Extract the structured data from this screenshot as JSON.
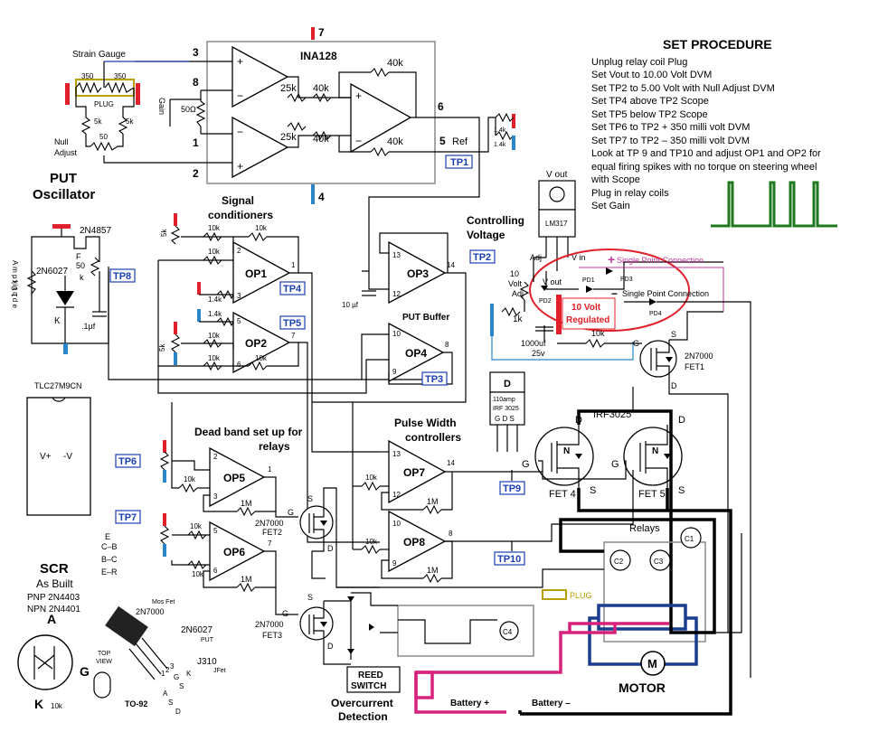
{
  "procedure": {
    "title": "SET PROCEDURE",
    "steps": [
      "Unplug relay coil Plug",
      "Set Vout to 10.00 Volt   DVM",
      "Set TP2 to 5.00 Volt with Null Adjust DVM",
      "Set TP4 above TP2   Scope",
      "Set TP5 below TP2   Scope",
      "Set TP6 to TP2 + 350 milli volt   DVM",
      "Set TP7 to TP2 – 350 milli volt   DVM",
      "Look at TP 9 and TP10 and adjust OP1 and OP2 for",
      "equal firing spikes with no torque on steering wheel",
      "with Scope",
      "Plug in relay coils",
      "Set Gain"
    ]
  },
  "inamp": {
    "name": "INA128",
    "pin7": "7",
    "pin3": "3",
    "pin8": "8",
    "pin1": "1",
    "pin2": "2",
    "pin4": "4",
    "pin6": "6",
    "pin5": "5",
    "ref": "Ref",
    "r1": "40k",
    "r2": "40k",
    "r3": "25k",
    "r4": "25k",
    "r5": "40k",
    "r6": "40k",
    "gain": "Gain",
    "rg": "50Ω"
  },
  "gauge": {
    "title": "Strain Gauge",
    "r_left": "350",
    "r_right": "350",
    "plug": "PLUG",
    "r5k_a": "5k",
    "r5k_b": "5k",
    "pot": "50",
    "null_l1": "Null",
    "null_l2": "Adjust"
  },
  "put": {
    "title_l1": "PUT",
    "title_l2": "Oscillator",
    "trans": "2N4857",
    "put": "2N6027",
    "f": "F",
    "f50": "50",
    "f_k": "k",
    "amp_label": "A m p l i t u d e",
    "r10k": "1 0 k",
    "k": "K",
    "cap": ".1µf"
  },
  "signal": {
    "title_l1": "Signal",
    "title_l2": "conditioners",
    "op1": "OP1",
    "op2": "OP2",
    "r_a": "10k",
    "r_b": "10k",
    "r_c": "10k",
    "r_d": "10k",
    "r_e": "10k",
    "r_f": "10k",
    "r_g": "1.4k",
    "r_h": "1.4k",
    "pot1": "5k",
    "pot2": "5k"
  },
  "ctrl": {
    "title_l1": "Controlling",
    "title_l2": "Voltage",
    "op3": "OP3",
    "cap": "10 µf",
    "buf_title": "PUT Buffer",
    "op4": "OP4"
  },
  "reg": {
    "vout_top": "V out",
    "part": "LM317",
    "adj": "Adj",
    "vin": "V in",
    "vout": "V out",
    "volt_adj_1": "10",
    "volt_adj_2": "Volt",
    "volt_adj_3": "Adj",
    "r1k": "1k",
    "cap_1": "1000uf",
    "cap_2": "25v",
    "regulated_1": "10 Volt",
    "regulated_2": "Regulated",
    "pd1": "PD1",
    "pd2": "PD2",
    "pd3": "PD3",
    "pd4": "PD4",
    "single_1": "Single Point Connection",
    "single_2": "Single Point Connection",
    "r10k": "10k",
    "r14k_a": "1.4k",
    "r14k_b": "1.4k"
  },
  "fet1": {
    "type": "2N7000",
    "name": "FET1",
    "g": "G",
    "d": "D",
    "s": "S"
  },
  "irf": {
    "amp": "110amp",
    "part": "IRF 3025",
    "pins": "G D S",
    "d": "D",
    "title": "IRF3025",
    "fet4": "FET 4",
    "fet5": "FET 5",
    "n": "N",
    "g": "G",
    "s": "S"
  },
  "dead": {
    "title_l1": "Dead band set up for",
    "title_l2": "relays",
    "op5": "OP5",
    "op6": "OP6",
    "r1m_a": "1M",
    "r1m_b": "1M",
    "fet2_type": "2N7000",
    "fet2": "FET2",
    "fet3_type": "2N7000",
    "fet3": "FET3"
  },
  "pwm": {
    "title_l1": "Pulse Width",
    "title_l2": "controllers",
    "op7": "OP7",
    "op8": "OP8",
    "r1m_a": "1M",
    "r1m_b": "1M",
    "n14": "14",
    "n8": "8"
  },
  "tps": {
    "tp1": "TP1",
    "tp2": "TP2",
    "tp3": "TP3",
    "tp4": "TP4",
    "tp5": "TP5",
    "tp6": "TP6",
    "tp7": "TP7",
    "tp8": "TP8",
    "tp9": "TP9",
    "tp10": "TP10"
  },
  "chip": {
    "name": "TLC27M9CN",
    "vplus": "V+",
    "vminus": "-V"
  },
  "scr": {
    "title_l1": "SCR",
    "title_l2": "As Built",
    "pnp": "PNP 2N4403",
    "npn": "NPN 2N4401",
    "a": "A",
    "g": "G",
    "k": "K",
    "r10k": "10k",
    "e": "E",
    "cb": "C–B",
    "bc": "B–C",
    "er": "E–R"
  },
  "to92": {
    "label": "TO-92",
    "mosfet": "Mos Fet",
    "n7000": "2N7000",
    "n6027": "2N6027",
    "put": "PUT",
    "j310": "J310",
    "jfet": "JFet",
    "top_l1": "TOP",
    "top_l2": "VIEW"
  },
  "power": {
    "relays": "Relays",
    "c1": "C1",
    "c2": "C2",
    "c3": "C3",
    "c4": "C4",
    "plug": "PLUG",
    "motor": "MOTOR",
    "m": "M",
    "battery_plus": "Battery +",
    "battery_minus": "Battery –",
    "reed_1": "REED",
    "reed_2": "SWITCH",
    "over_1": "Overcurrent",
    "over_2": "Detection"
  },
  "colors": {
    "testpoint": "#1a3fb0",
    "red_marker": "#e0202a",
    "blue_marker": "#2a86c8",
    "magenta": "#d6227a",
    "navy": "#1b3d8f",
    "pwm_green": "#1f7a1f"
  }
}
